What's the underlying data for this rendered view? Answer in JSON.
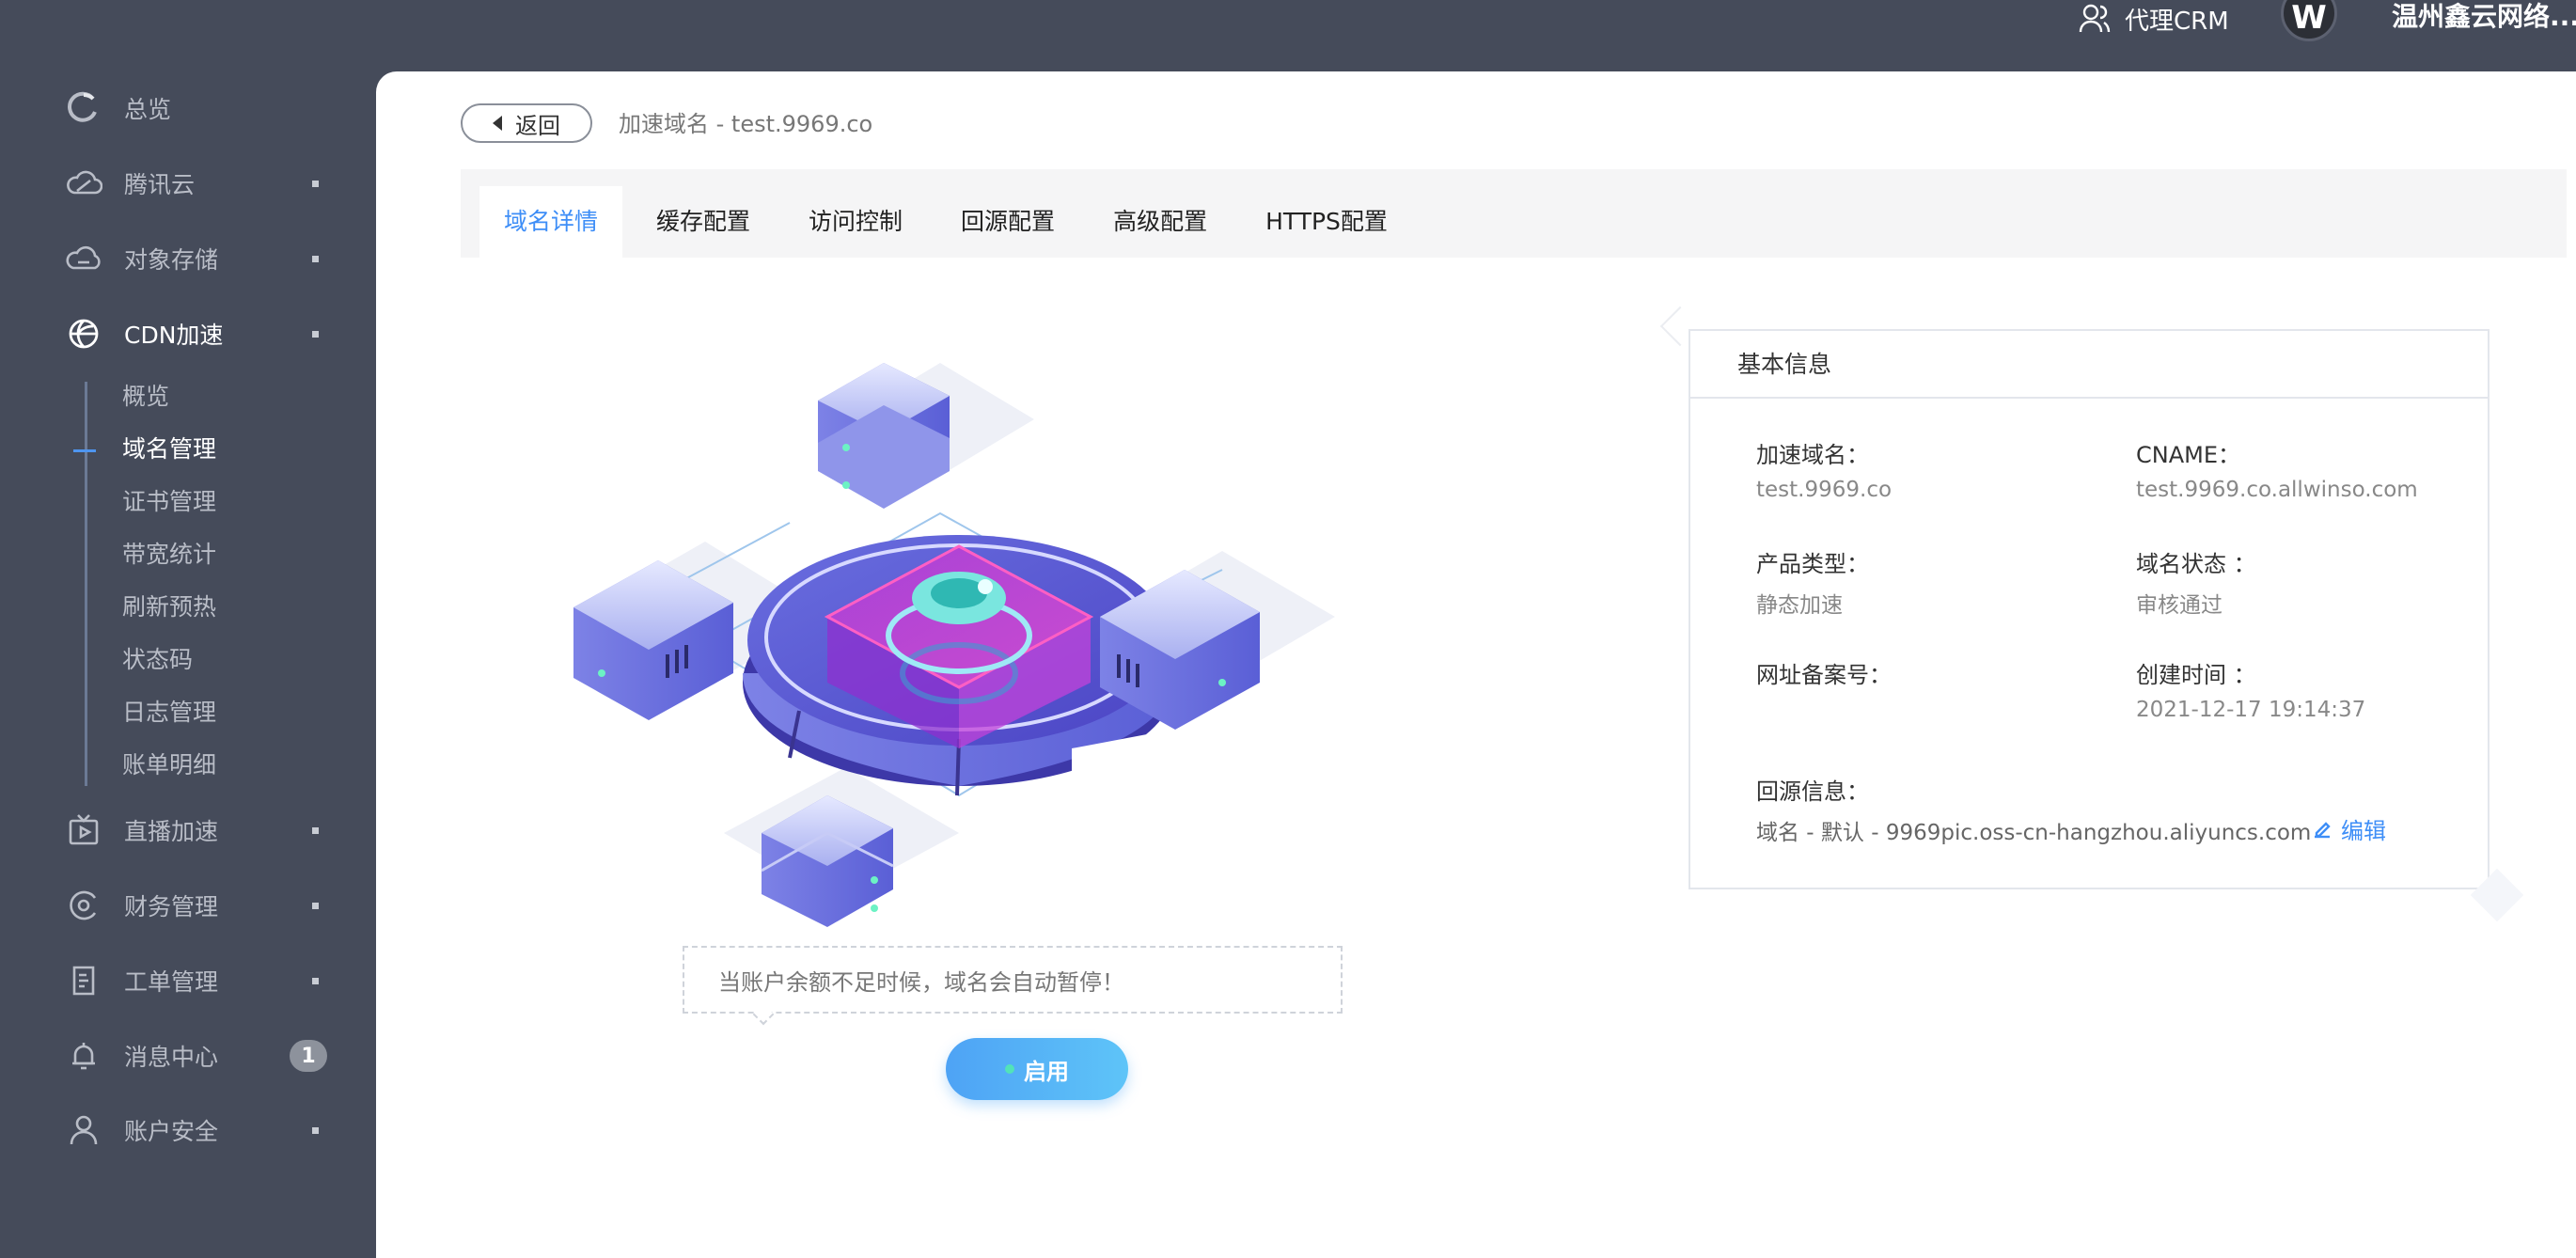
{
  "header": {
    "crm_label": "代理CRM",
    "avatar_letter": "W",
    "company": "温州鑫云网络..."
  },
  "sidebar": {
    "items": [
      {
        "label": "总览",
        "icon": "overview-icon"
      },
      {
        "label": "腾讯云",
        "icon": "tencent-cloud-icon"
      },
      {
        "label": "对象存储",
        "icon": "object-storage-icon"
      },
      {
        "label": "CDN加速",
        "icon": "cdn-globe-icon"
      },
      {
        "label": "直播加速",
        "icon": "live-tv-icon"
      },
      {
        "label": "财务管理",
        "icon": "finance-icon"
      },
      {
        "label": "工单管理",
        "icon": "ticket-icon"
      },
      {
        "label": "消息中心",
        "icon": "bell-icon",
        "badge": "1"
      },
      {
        "label": "账户安全",
        "icon": "user-icon"
      }
    ],
    "cdn_sub": [
      "概览",
      "域名管理",
      "证书管理",
      "带宽统计",
      "刷新预热",
      "状态码",
      "日志管理",
      "账单明细"
    ]
  },
  "page": {
    "back_label": "返回",
    "breadcrumb": "加速域名 - test.9969.co",
    "tabs": [
      "域名详情",
      "缓存配置",
      "访问控制",
      "回源配置",
      "高级配置",
      "HTTPS配置"
    ],
    "notice": "当账户余额不足时候，域名会自动暂停！",
    "enable_label": "启用"
  },
  "info": {
    "title": "基本信息",
    "domain_label": "加速域名：",
    "domain_value": "test.9969.co",
    "cname_label": "CNAME：",
    "cname_value": "test.9969.co.allwinso.com",
    "type_label": "产品类型：",
    "type_value": "静态加速",
    "status_label": "域名状态 ：",
    "status_value": "审核通过",
    "icp_label": "网址备案号：",
    "created_label": "创建时间 ：",
    "created_value": "2021-12-17 19:14:37",
    "origin_label": "回源信息：",
    "origin_value": "域名 - 默认 - 9969pic.oss-cn-hangzhou.aliyuncs.com",
    "edit_label": "编辑"
  },
  "colors": {
    "sidebar_bg": "#454b5a",
    "accent": "#3e8ef7"
  }
}
